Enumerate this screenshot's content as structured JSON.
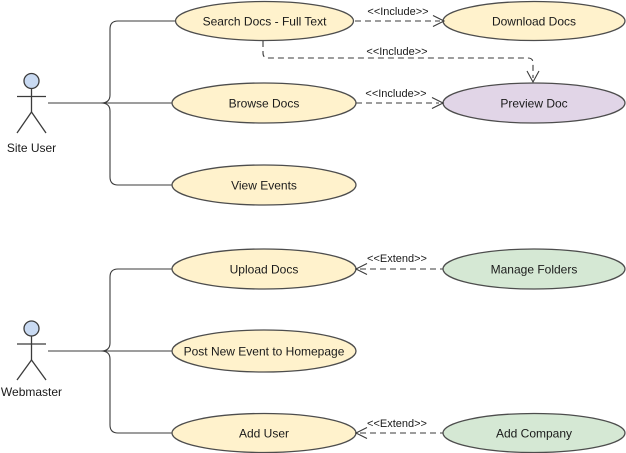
{
  "diagram": {
    "type": "uml-use-case-diagram",
    "colors": {
      "usecase_yellow": "#fff2cc",
      "usecase_green": "#d5e8d4",
      "usecase_purple": "#e1d5e7",
      "actor_head_blue": "#c9daf2",
      "stroke_dark": "#3b3b3b"
    },
    "actors": [
      {
        "name": "Site User"
      },
      {
        "name": "Webmaster"
      }
    ],
    "use_cases": [
      {
        "label": "Search Docs - Full Text"
      },
      {
        "label": "Download Docs"
      },
      {
        "label": "Browse Docs"
      },
      {
        "label": "Preview Doc"
      },
      {
        "label": "View Events"
      },
      {
        "label": "Upload Docs"
      },
      {
        "label": "Manage Folders"
      },
      {
        "label": "Post New Event to Homepage"
      },
      {
        "label": "Add User"
      },
      {
        "label": "Add Company"
      }
    ],
    "relationships": [
      {
        "label": "<<Include>>",
        "from": "Search Docs - Full Text",
        "to": "Download Docs"
      },
      {
        "label": "<<Include>>",
        "from": "Search Docs - Full Text",
        "to": "Preview Doc"
      },
      {
        "label": "<<Include>>",
        "from": "Browse Docs",
        "to": "Preview Doc"
      },
      {
        "label": "<<Extend>>",
        "from": "Manage Folders",
        "to": "Upload Docs"
      },
      {
        "label": "<<Extend>>",
        "from": "Add Company",
        "to": "Add User"
      }
    ]
  }
}
